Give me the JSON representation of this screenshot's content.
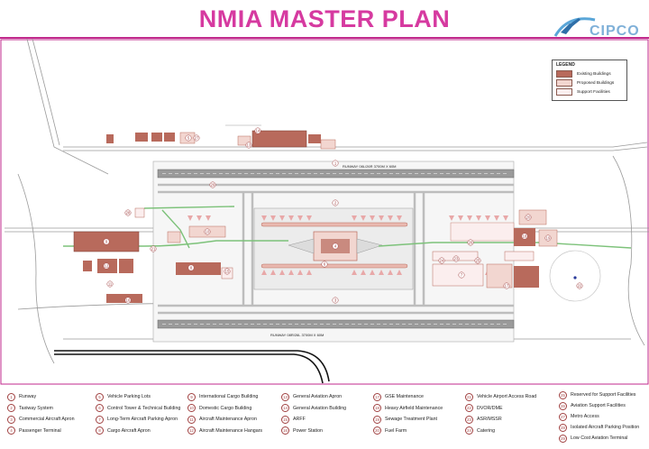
{
  "title": "NMIA MASTER PLAN",
  "logo": {
    "text": "CIPCO"
  },
  "legend": {
    "title": "LEGEND",
    "items": [
      {
        "label": "Existing Buildings",
        "color": "#b86a5c"
      },
      {
        "label": "Proposed Buildings",
        "color": "#f2d6d0"
      },
      {
        "label": "Support Facilities",
        "color": "#fbeeee"
      }
    ]
  },
  "runways": {
    "north": "RUNWAY 08L/26R  3700M X 60M",
    "south": "RUNWAY 08R/26L  3700M X 60M"
  },
  "colors": {
    "title": "#d63aa0",
    "rule": "#c12a8c",
    "existing": "#b86a5c",
    "proposed": "#f2d6d0",
    "green": "#7dc27a",
    "runway": "#9a9a9a"
  },
  "key": {
    "columns": [
      [
        {
          "num": "1",
          "label": "Runway"
        },
        {
          "num": "2",
          "label": "Taxiway System"
        },
        {
          "num": "3",
          "label": "Commercial Aircraft Apron"
        },
        {
          "num": "4",
          "label": "Passenger Terminal"
        }
      ],
      [
        {
          "num": "5",
          "label": "Vehicle Parking Lots"
        },
        {
          "num": "6",
          "label": "Control Tower & Technical Building"
        },
        {
          "num": "7",
          "label": "Long-Term Aircraft Parking Apron"
        },
        {
          "num": "8",
          "label": "Cargo Aircraft Apron"
        }
      ],
      [
        {
          "num": "9",
          "label": "International Cargo Building"
        },
        {
          "num": "10",
          "label": "Domestic Cargo Building"
        },
        {
          "num": "11",
          "label": "Aircraft Maintenance Apron"
        },
        {
          "num": "12",
          "label": "Aircraft Maintenance Hangars"
        }
      ],
      [
        {
          "num": "13",
          "label": "General Aviation Apron"
        },
        {
          "num": "14",
          "label": "General Aviation Building"
        },
        {
          "num": "15",
          "label": "ARFF"
        },
        {
          "num": "16",
          "label": "Power Station"
        }
      ],
      [
        {
          "num": "17",
          "label": "GSE Maintenance"
        },
        {
          "num": "18",
          "label": "Heavy Airfield Maintenance"
        },
        {
          "num": "19",
          "label": "Sewage Treatment Plant"
        },
        {
          "num": "20",
          "label": "Fuel Farm"
        }
      ],
      [
        {
          "num": "21",
          "label": "Vehicle Airport Access Road"
        },
        {
          "num": "22",
          "label": "DVOR/DME"
        },
        {
          "num": "23",
          "label": "ASR/MSSR"
        },
        {
          "num": "24",
          "label": "Catering"
        }
      ],
      [
        {
          "num": "25",
          "label": "Reserved for Support Facilities"
        },
        {
          "num": "26",
          "label": "Aviation Support Facilities"
        },
        {
          "num": "27",
          "label": "Metro Access"
        },
        {
          "num": "28",
          "label": "Isolated Aircraft Parking Position"
        },
        {
          "num": "29",
          "label": "Low Cost Aviation Terminal"
        }
      ]
    ]
  },
  "callouts": [
    "1",
    "2",
    "3",
    "4",
    "5",
    "6",
    "7",
    "8",
    "9",
    "10",
    "11",
    "12",
    "13",
    "14",
    "15",
    "16",
    "17",
    "18",
    "19",
    "20",
    "21",
    "22",
    "23",
    "24",
    "25",
    "26",
    "27",
    "28",
    "29"
  ]
}
